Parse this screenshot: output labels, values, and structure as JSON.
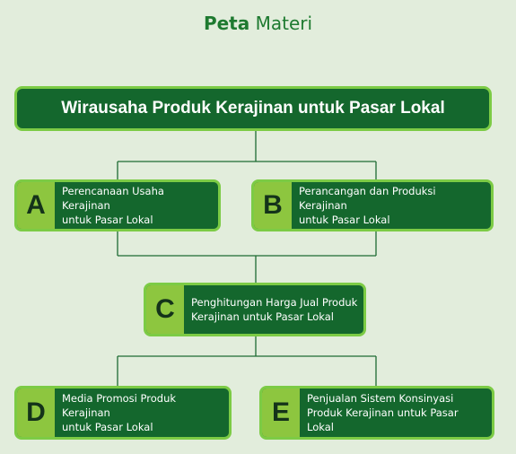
{
  "header": {
    "title_bold": "Peta",
    "title_rest": "Materi"
  },
  "root": {
    "label": "Wirausaha Produk Kerajinan untuk Pasar Lokal"
  },
  "topics": [
    {
      "letter": "A",
      "line1": "Perencanaan Usaha Kerajinan",
      "line2": "untuk Pasar Lokal"
    },
    {
      "letter": "B",
      "line1": "Perancangan dan Produksi Kerajinan",
      "line2": "untuk Pasar Lokal"
    },
    {
      "letter": "C",
      "line1": "Penghitungan Harga Jual Produk",
      "line2": "Kerajinan untuk Pasar Lokal"
    },
    {
      "letter": "D",
      "line1": "Media Promosi Produk Kerajinan",
      "line2": "untuk Pasar Lokal"
    },
    {
      "letter": "E",
      "line1": "Penjualan Sistem Konsinyasi",
      "line2": "Produk Kerajinan untuk Pasar Lokal"
    }
  ],
  "colors": {
    "background": "#e2eddc",
    "box_fill": "#14672d",
    "box_border": "#7ccb45",
    "letter_fill": "#8dc63f",
    "title": "#1e7a30",
    "connector": "#1e6b32"
  }
}
